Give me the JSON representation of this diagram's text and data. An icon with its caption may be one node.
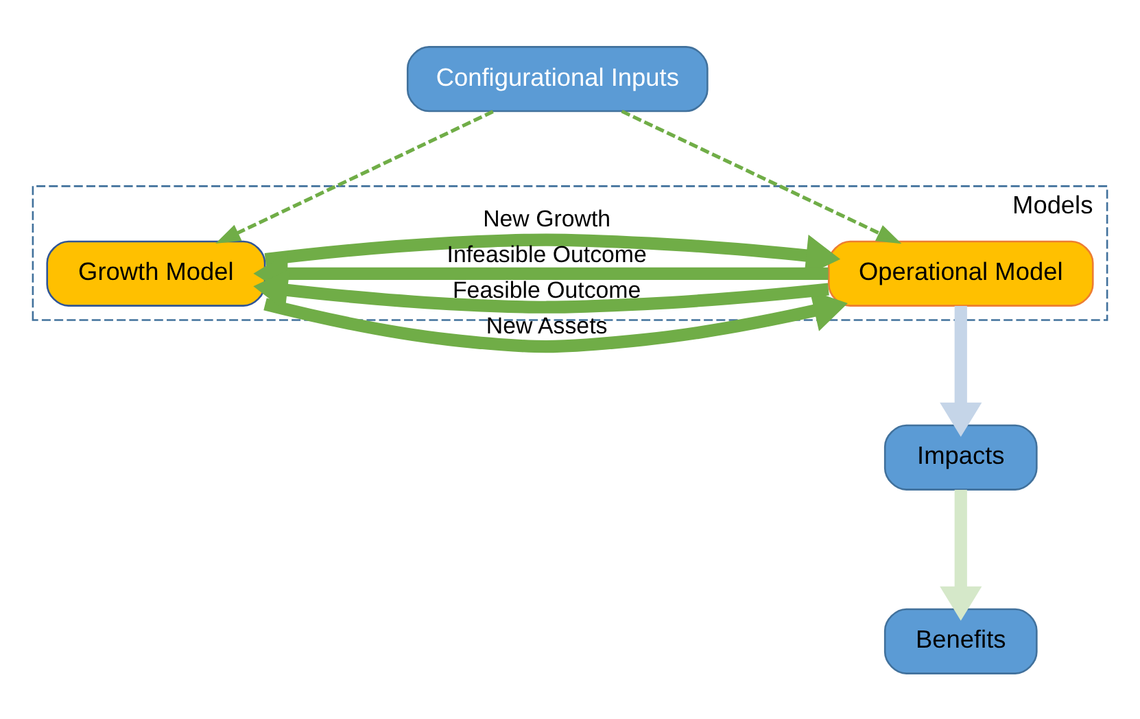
{
  "diagram": {
    "nodes": [
      {
        "text": [
          "Configurational Inputs"
        ]
      },
      {
        "text": [
          "Models"
        ]
      },
      {
        "text": [
          "Growth Model"
        ],
        "in": 1
      },
      {
        "text": [
          "Operational Model"
        ],
        "in": 1
      },
      {
        "text": [
          "Impacts"
        ]
      },
      {
        "text": [
          "Benefits"
        ]
      }
    ],
    "edges": [
      {
        "from": 0,
        "to": 2,
        "arrow": "to",
        "style": "dashed"
      },
      {
        "from": 0,
        "to": 3,
        "arrow": "to",
        "style": "dashed"
      },
      {
        "from": 2,
        "to": 3,
        "arrow": "to",
        "label": "New Growth"
      },
      {
        "from": 2,
        "to": 3,
        "arrow": "to",
        "label": "New Assets"
      },
      {
        "from": 3,
        "to": 2,
        "arrow": "to",
        "label": "Infeasible Outcome"
      },
      {
        "from": 3,
        "to": 2,
        "arrow": "to",
        "label": "Feasible Outcome"
      },
      {
        "from": 3,
        "to": 4,
        "arrow": "to",
        "color": "#c5d5e8"
      },
      {
        "from": 4,
        "to": 5,
        "arrow": "to",
        "color": "#d5e8c9"
      }
    ]
  }
}
